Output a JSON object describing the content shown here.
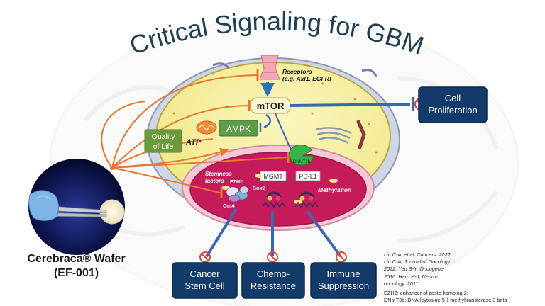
{
  "title": "Critical Signaling for GBM",
  "receptors": {
    "label": "Receptors",
    "sub": "(e.g. Axl1, EGFR)"
  },
  "nodes": {
    "mtor": "mTOR",
    "ampk": "AMPK",
    "atp": "ATP",
    "quality_of_life": [
      "Quality",
      "of Life"
    ],
    "dnmt3b": "DNMT3b",
    "pdl1": "PD-L1",
    "mgmt": "MGMT",
    "stemness": [
      "Stemness",
      "factors"
    ],
    "ezh2": "EZH2",
    "sox2": "Sox2",
    "oct4": "Oct4",
    "methylation": "Methylation"
  },
  "outcomes": {
    "cell_proliferation": [
      "Cell",
      "Proliferation"
    ],
    "cancer_stem_cell": [
      "Cancer",
      "Stem Cell"
    ],
    "chemo_resistance": [
      "Chemo-",
      "Resistance"
    ],
    "immune_suppression": [
      "Immune",
      "Suppression"
    ]
  },
  "wafer": {
    "name": "Cerebraca® Wafer",
    "code": "(EF-001)"
  },
  "references": [
    "Liu C-A, et al. Cancers. 2022.",
    "Liu C-A, Journal of Oncology.",
    "2022. Yen S-Y, Oncogene.",
    "2016. Harn H-J, Neuro-",
    "oncology. 2011."
  ],
  "abbreviations": [
    "EZH2: enhancer of zeste homolog 2;",
    "DNMT3b: DNA (cytosine-5-)-methyltransferase 3 beta"
  ],
  "colors": {
    "navy": "#123a6b",
    "title": "#1f3f52",
    "cytoplasm": "#f7f0a2",
    "nucleus": "#c51b5a",
    "inhibit_orange": "#e8772e",
    "signal_blue": "#2f6fc0",
    "qol_green": "#6b9a3a",
    "ampk_green": "#5e9b4a"
  }
}
